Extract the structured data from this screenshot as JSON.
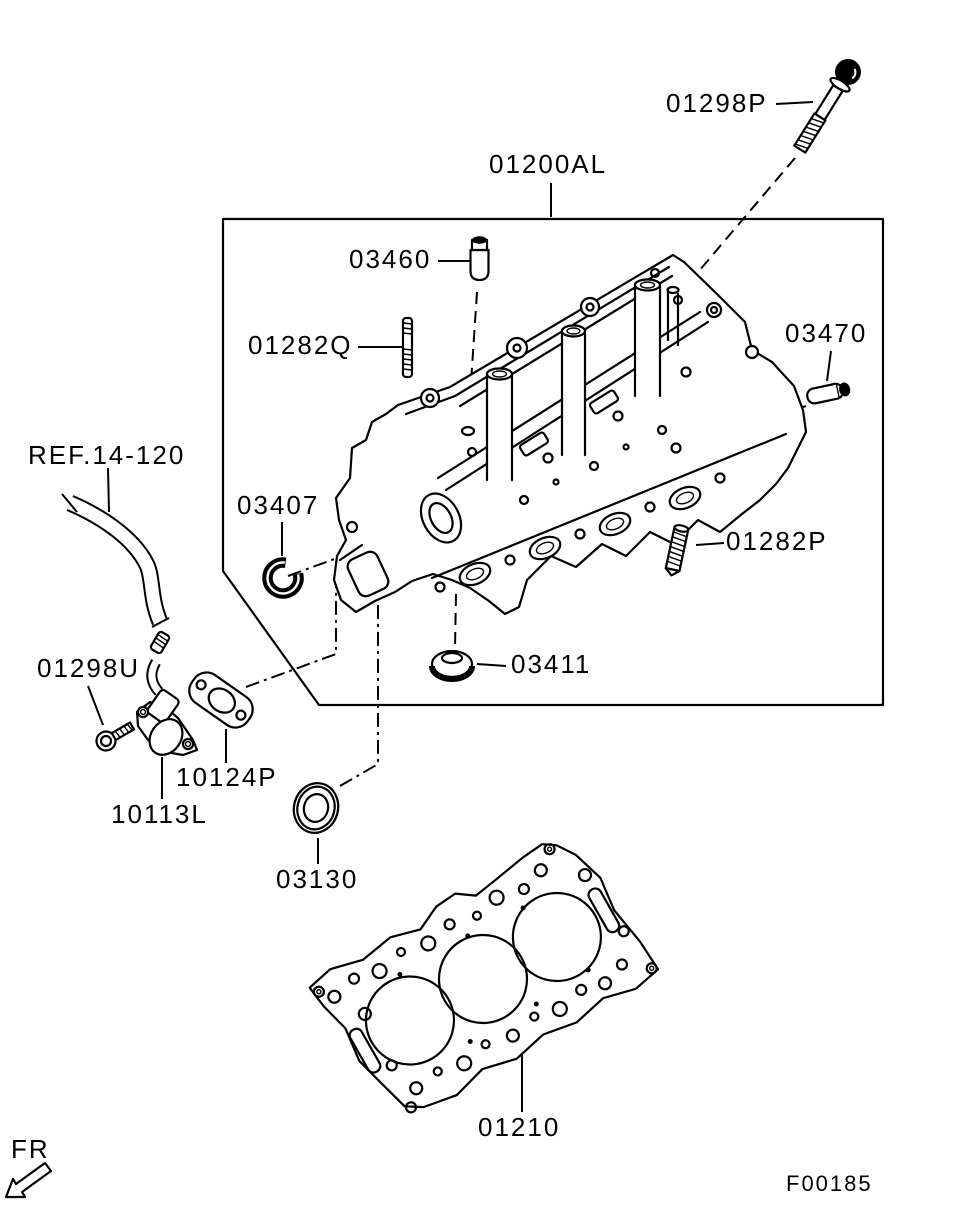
{
  "diagram": {
    "type": "exploded-parts-diagram",
    "subject": "cylinder-head",
    "background_color": "#ffffff",
    "line_color": "#000000",
    "figure_code": "F00185",
    "orientation_label": "FR",
    "part_labels": [
      {
        "code": "01298P"
      },
      {
        "code": "01200AL"
      },
      {
        "code": "03460"
      },
      {
        "code": "01282Q"
      },
      {
        "code": "03470"
      },
      {
        "code": "REF.14-120"
      },
      {
        "code": "03407"
      },
      {
        "code": "01282P"
      },
      {
        "code": "03411"
      },
      {
        "code": "01298U"
      },
      {
        "code": "10124P"
      },
      {
        "code": "10113L"
      },
      {
        "code": "03130"
      },
      {
        "code": "01210"
      }
    ]
  }
}
